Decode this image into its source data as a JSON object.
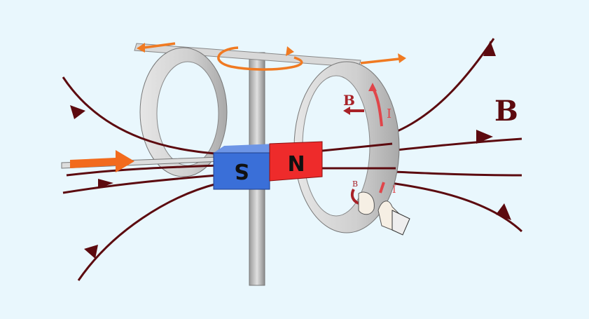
{
  "diagram": {
    "field_label": "B",
    "magnet": {
      "south_label": "S",
      "north_label": "N"
    },
    "ring_labels": {
      "induced_field_top": "B",
      "current_top": "I",
      "induced_field_bottom": "B",
      "current_bottom": "I"
    },
    "colors": {
      "background": "#e9f7fd",
      "field_line": "#5c0a0f",
      "rotation_arrow": "#f07a22",
      "push_arrow": "#f26b1d",
      "south_pole": "#3a6fd8",
      "north_pole": "#ee2b2b",
      "ring": "#c9c9c9",
      "annotation": "#e0454a"
    }
  }
}
